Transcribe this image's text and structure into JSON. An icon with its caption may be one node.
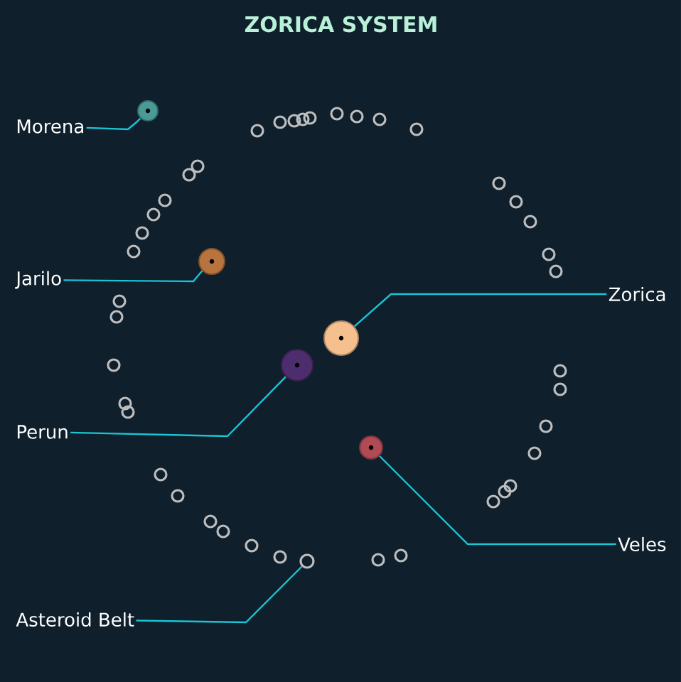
{
  "diagram": {
    "title": "ZORICA SYSTEM",
    "nodes": [
      {
        "text": [
          "Morena"
        ]
      },
      {
        "text": [],
        "shape": "circle"
      },
      {
        "text": [
          "Jarilo"
        ]
      },
      {
        "text": [],
        "shape": "circle"
      },
      {
        "text": [
          "Zorica"
        ]
      },
      {
        "text": [],
        "shape": "circle"
      },
      {
        "text": [
          "Perun"
        ]
      },
      {
        "text": [],
        "shape": "circle"
      },
      {
        "text": [
          "Veles"
        ]
      },
      {
        "text": [],
        "shape": "circle"
      },
      {
        "text": [
          "Asteroid Belt"
        ]
      },
      {
        "text": [],
        "shape": "circle"
      }
    ],
    "edges": [
      {
        "from": 0,
        "to": 1,
        "arrow": "none"
      },
      {
        "from": 2,
        "to": 3,
        "arrow": "none"
      },
      {
        "from": 4,
        "to": 5,
        "arrow": "none"
      },
      {
        "from": 6,
        "to": 7,
        "arrow": "none"
      },
      {
        "from": 8,
        "to": 9,
        "arrow": "none"
      },
      {
        "from": 10,
        "to": 11,
        "arrow": "none"
      }
    ]
  }
}
